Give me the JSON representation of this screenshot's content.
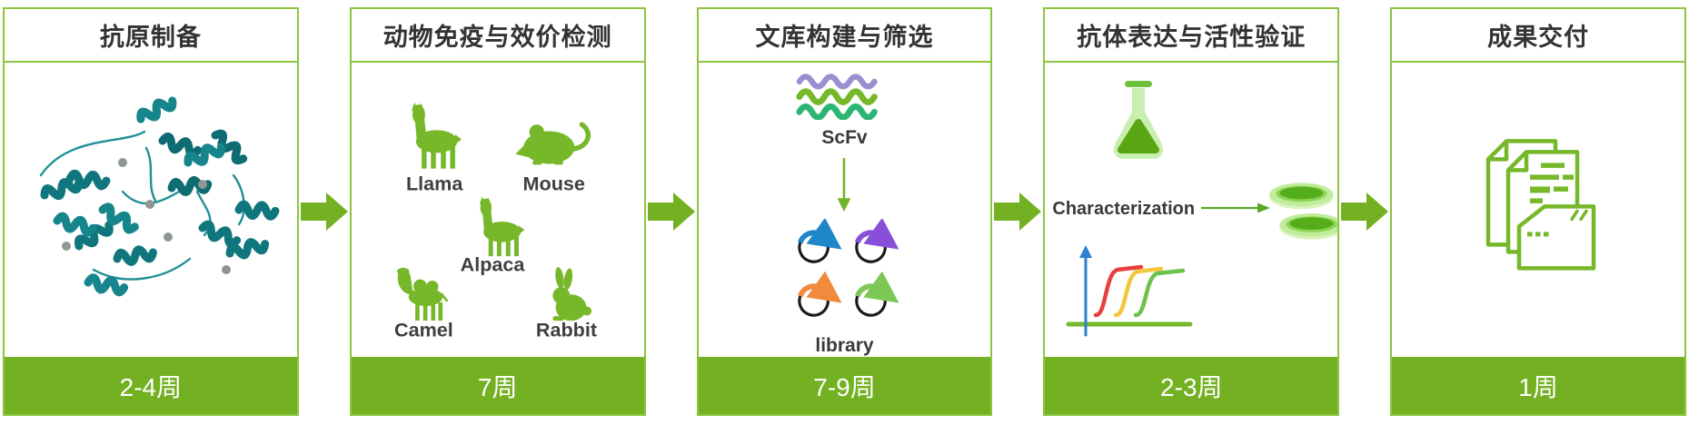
{
  "colors": {
    "panel_border": "#8cc63f",
    "solid_green": "#74b122",
    "title_text": "#333333",
    "footer_text": "#ffffff",
    "animal_green": "#76b82a",
    "protein_teal": "#13858c",
    "wave_purple": "#9b8fd0",
    "wave_green": "#76b82a",
    "wave_emerald": "#2bb673",
    "plasmid_blue": "#1f87c9",
    "plasmid_purple": "#8a4fd8",
    "plasmid_orange": "#f08a3c",
    "plasmid_light_green": "#7dc855",
    "flask_light": "#c9efb0",
    "flask_liquid": "#58a712",
    "curve_red": "#e8403d",
    "curve_yellow": "#f3c63f",
    "curve_green": "#6cc24a",
    "axis_blue": "#2e7fd1"
  },
  "stages": [
    {
      "title": "抗原制备",
      "duration": "2-4周",
      "icon": "protein-structure-icon"
    },
    {
      "title": "动物免疫与效价检测",
      "duration": "7周",
      "animals": [
        {
          "label": "Llama"
        },
        {
          "label": "Mouse"
        },
        {
          "label": "Alpaca"
        },
        {
          "label": "Camel"
        },
        {
          "label": "Rabbit"
        }
      ]
    },
    {
      "title": "文库构建与筛选",
      "duration": "7-9周",
      "scfv_label": "ScFv",
      "library_label": "library"
    },
    {
      "title": "抗体表达与活性验证",
      "duration": "2-3周",
      "characterization_label": "Characterization"
    },
    {
      "title": "成果交付",
      "duration": "1周",
      "icon": "deliverables-documents-icon"
    }
  ]
}
